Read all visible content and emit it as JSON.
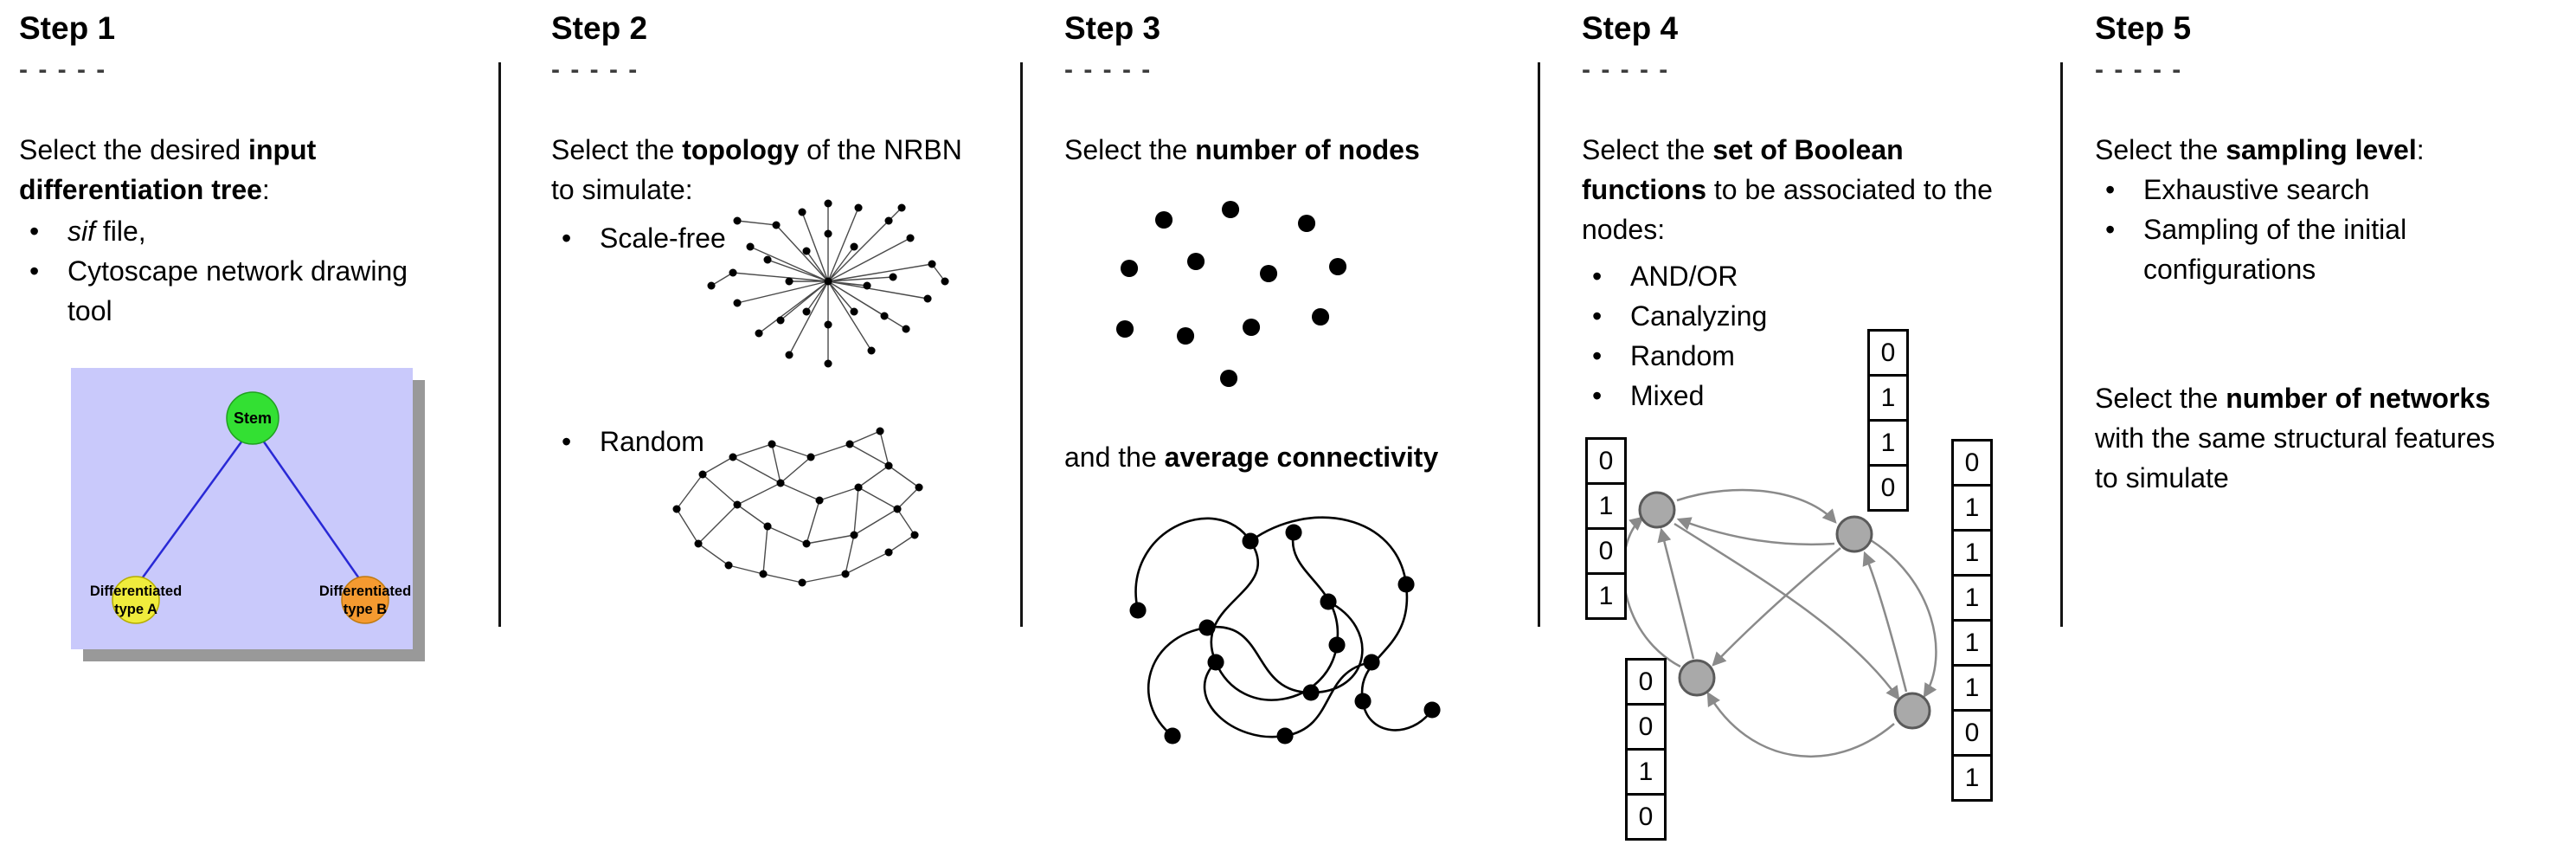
{
  "step1": {
    "title": "Step 1",
    "dashes": "- - - - -",
    "intro_pre": "Select the desired ",
    "intro_bold": "input differentiation tree",
    "intro_post": ":",
    "bullet1_italic": "sif",
    "bullet1_rest": " file,",
    "bullet2": "Cytoscape network drawing tool",
    "tree": {
      "stem_label": "Stem",
      "node_a_line1": "Differentiated",
      "node_a_line2": "type A",
      "node_b_line1": "Differentiated",
      "node_b_line2": "type B"
    }
  },
  "step2": {
    "title": "Step 2",
    "dashes": "- - - - -",
    "intro_pre": "Select the ",
    "intro_bold": "topology",
    "intro_post": " of the NRBN to simulate:",
    "bullet1": "Scale-free",
    "bullet2": "Random"
  },
  "step3": {
    "title": "Step 3",
    "dashes": "- - - - -",
    "line1_pre": "Select the ",
    "line1_bold": "number of nodes",
    "line2_pre": "and the ",
    "line2_bold": "average connectivity"
  },
  "step4": {
    "title": "Step 4",
    "dashes": "- - - - -",
    "intro_pre": "Select the ",
    "intro_bold": "set of Boolean functions",
    "intro_post": " to be associated to the nodes:",
    "bullets": [
      "AND/OR",
      "Canalyzing",
      "Random",
      "Mixed"
    ],
    "truth_tables": {
      "left": [
        "0",
        "1",
        "0",
        "1"
      ],
      "top": [
        "0",
        "1",
        "1",
        "0"
      ],
      "right": [
        "0",
        "1",
        "1",
        "1",
        "1",
        "1",
        "0",
        "1"
      ],
      "bottom": [
        "0",
        "0",
        "1",
        "0"
      ]
    }
  },
  "step5": {
    "title": "Step 5",
    "dashes": "- - - - -",
    "intro_pre": "Select the ",
    "intro_bold": "sampling level",
    "intro_post": ":",
    "bullet1": "Exhaustive search",
    "bullet2": "Sampling of the initial configurations",
    "second_pre": "Select the ",
    "second_bold": "number of networks",
    "second_post": " with the same structural features to simulate"
  },
  "colors": {
    "tree_panel": "#c9c9fb",
    "tree_shadow": "#999999",
    "stem_node": "#33e033",
    "type_a_node": "#f0ec3c",
    "type_b_node": "#f59a30",
    "tree_edge": "#2929d6",
    "network_node_fill": "#a9a9a9",
    "network_edge": "#8a8a8a"
  }
}
